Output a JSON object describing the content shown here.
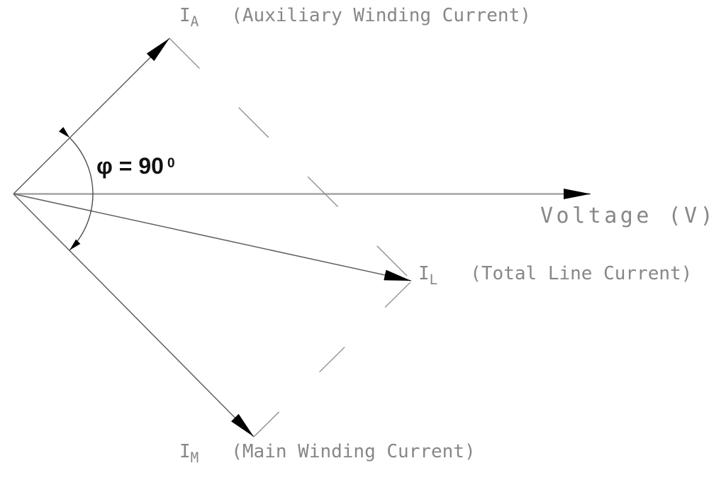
{
  "diagram": {
    "type": "phasor-vector-diagram",
    "description": "Split-phase motor current phasor diagram",
    "labels": {
      "auxiliary": {
        "symbol": "I",
        "subscript": "A",
        "text": "(Auxiliary Winding Current)"
      },
      "line": {
        "symbol": "I",
        "subscript": "L",
        "text": "(Total Line Current)"
      },
      "main": {
        "symbol": "I",
        "subscript": "M",
        "text": "(Main Winding Current)"
      },
      "voltage": {
        "text": "Voltage (V)"
      },
      "phase_angle": {
        "expression": "φ = 90",
        "superscript": "0"
      }
    },
    "vectors": [
      {
        "name": "auxiliary-winding-current",
        "label": "IA",
        "angle_from_voltage_deg": 45,
        "direction": "up-right"
      },
      {
        "name": "voltage-reference",
        "label": "Voltage (V)",
        "angle_from_voltage_deg": 0,
        "direction": "right"
      },
      {
        "name": "total-line-current",
        "label": "IL",
        "angle_from_voltage_deg": -12.5,
        "direction": "right-slightly-down"
      },
      {
        "name": "main-winding-current",
        "label": "IM",
        "angle_from_voltage_deg": -45,
        "direction": "down-right"
      }
    ],
    "angle_between_windings": "90",
    "construction": "dashed parallelogram sides from IA tip and IM tip meeting at IL tip",
    "colors": {
      "vector_line": "#606060",
      "voltage_line": "#9a9a9a",
      "construction_line": "#8a8a8a",
      "arc_line": "#4a4a4a",
      "arrowhead": "#000000",
      "label_text": "#878787",
      "angle_text": "#111111",
      "background": "#ffffff"
    }
  }
}
